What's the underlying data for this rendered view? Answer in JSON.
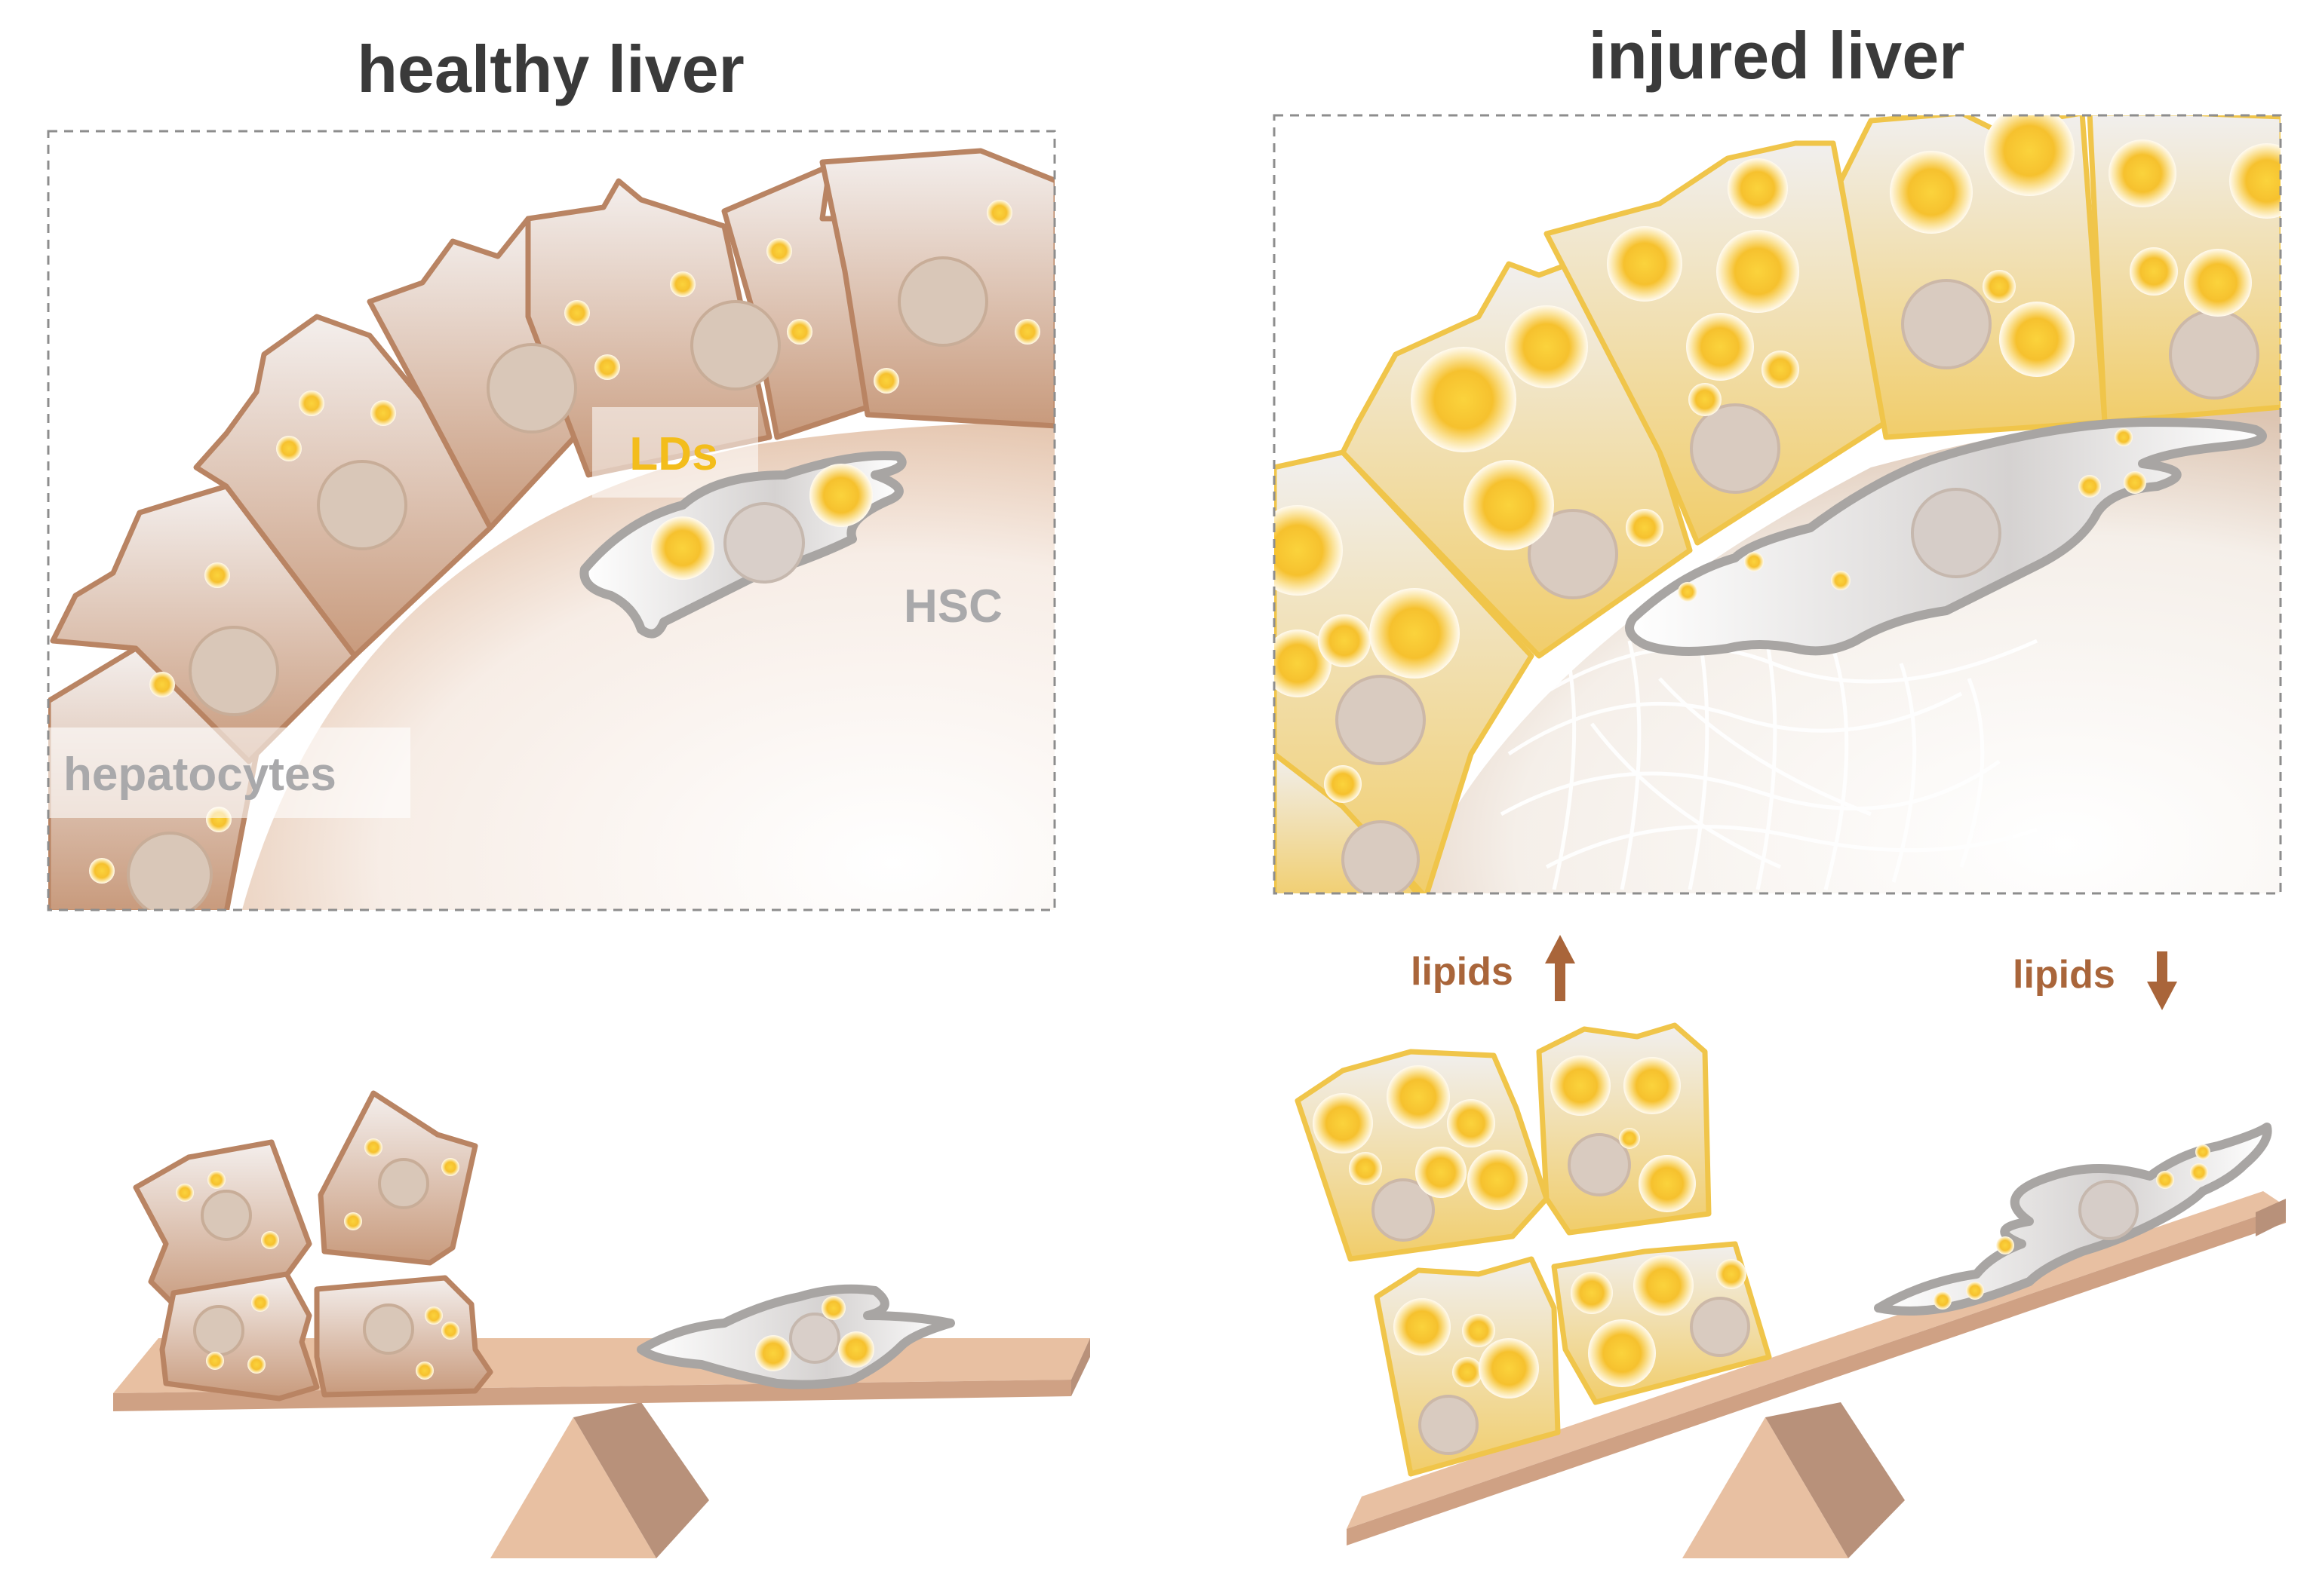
{
  "panels": {
    "healthy": {
      "title": "healthy liver",
      "labels": {
        "lds": "LDs",
        "hsc": "HSC",
        "hepatocytes": "hepatocytes"
      }
    },
    "injured": {
      "title": "injured liver",
      "left_note": "lipids",
      "left_arrow": "up",
      "right_note": "lipids",
      "right_arrow": "down"
    }
  },
  "colors": {
    "hepatocyte_healthy": "#b98463",
    "hepatocyte_injured": "#f0c54a",
    "lipid_droplet": "#f6c12e",
    "hsc": "#a8a5a3",
    "seesaw_board": "#e8c0a2",
    "seesaw_base": "#c49a7c",
    "arrow": "#a9653a",
    "title": "#3a3a3a"
  }
}
